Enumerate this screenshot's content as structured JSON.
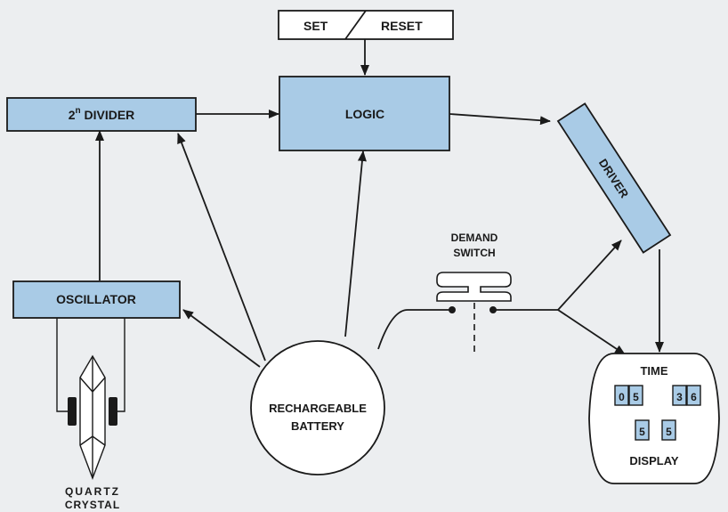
{
  "blocks": {
    "set": "SET",
    "reset": "RESET",
    "logic": "LOGIC",
    "divider_base": "2",
    "divider_exp": "n",
    "divider_word": "DIVIDER",
    "oscillator": "OSCILLATOR",
    "driver": "DRIVER",
    "battery_line1": "RECHARGEABLE",
    "battery_line2": "BATTERY",
    "switch_line1": "DEMAND",
    "switch_line2": "SWITCH",
    "crystal_line1": "QUARTZ",
    "crystal_line2": "CRYSTAL"
  },
  "display": {
    "title": "TIME",
    "label": "DISPLAY",
    "digits": [
      "0",
      "5",
      "3",
      "6",
      "5",
      "5"
    ]
  },
  "colors": {
    "block_fill": "#a9cbe6",
    "line": "#1a1a1a",
    "background": "#eceef0"
  }
}
